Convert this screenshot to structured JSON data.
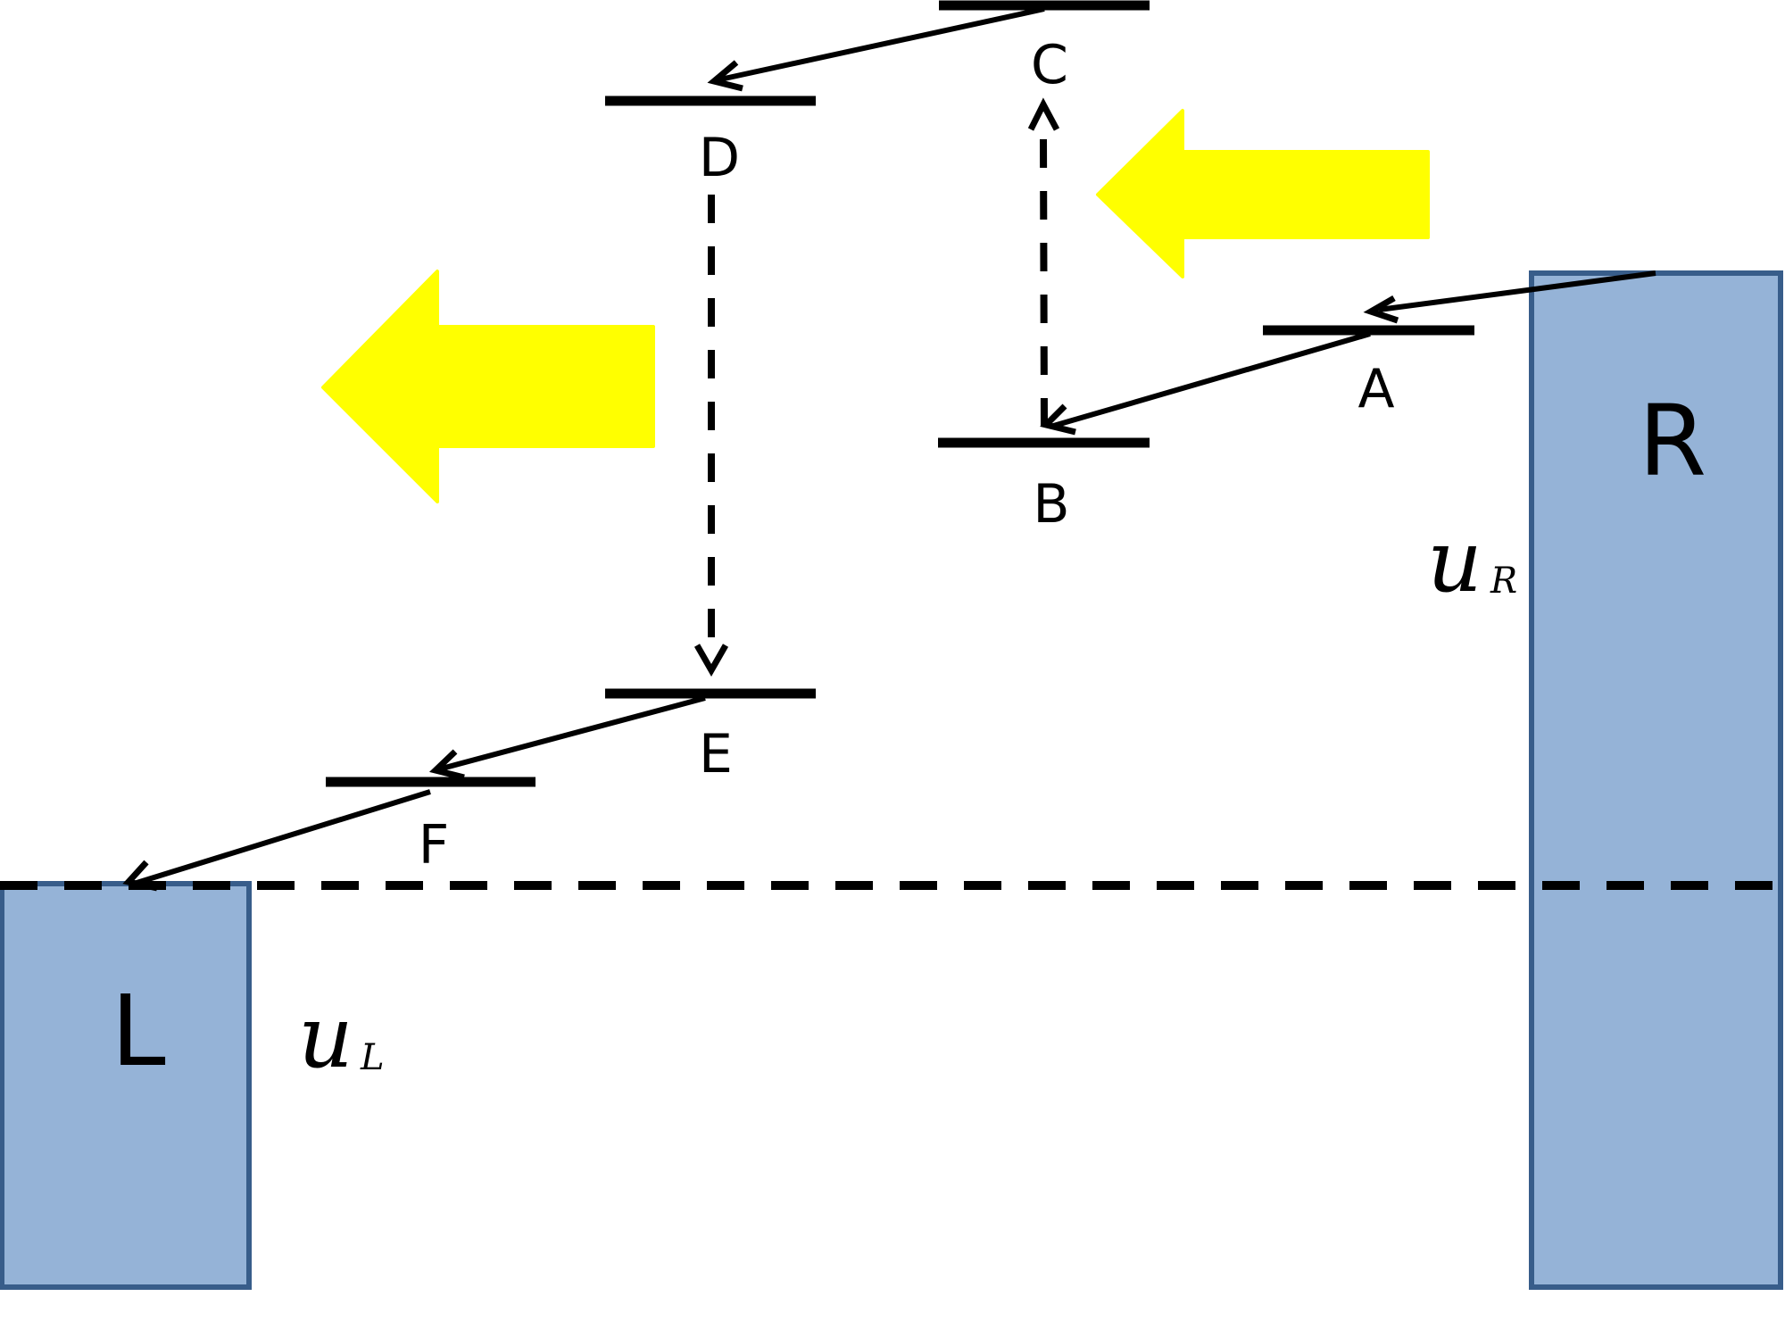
{
  "levels": {
    "a": "A",
    "b": "B",
    "c": "C",
    "d": "D",
    "e": "E",
    "f": "F"
  },
  "leads": {
    "left": "L",
    "right": "R"
  },
  "potentials": {
    "symbol": "u",
    "left_sub": "L",
    "right_sub": "R"
  },
  "colors": {
    "lead_fill": "#95B3D7",
    "lead_border": "#385D8A",
    "arrow_fill": "#FFFF00",
    "line": "#000000"
  }
}
